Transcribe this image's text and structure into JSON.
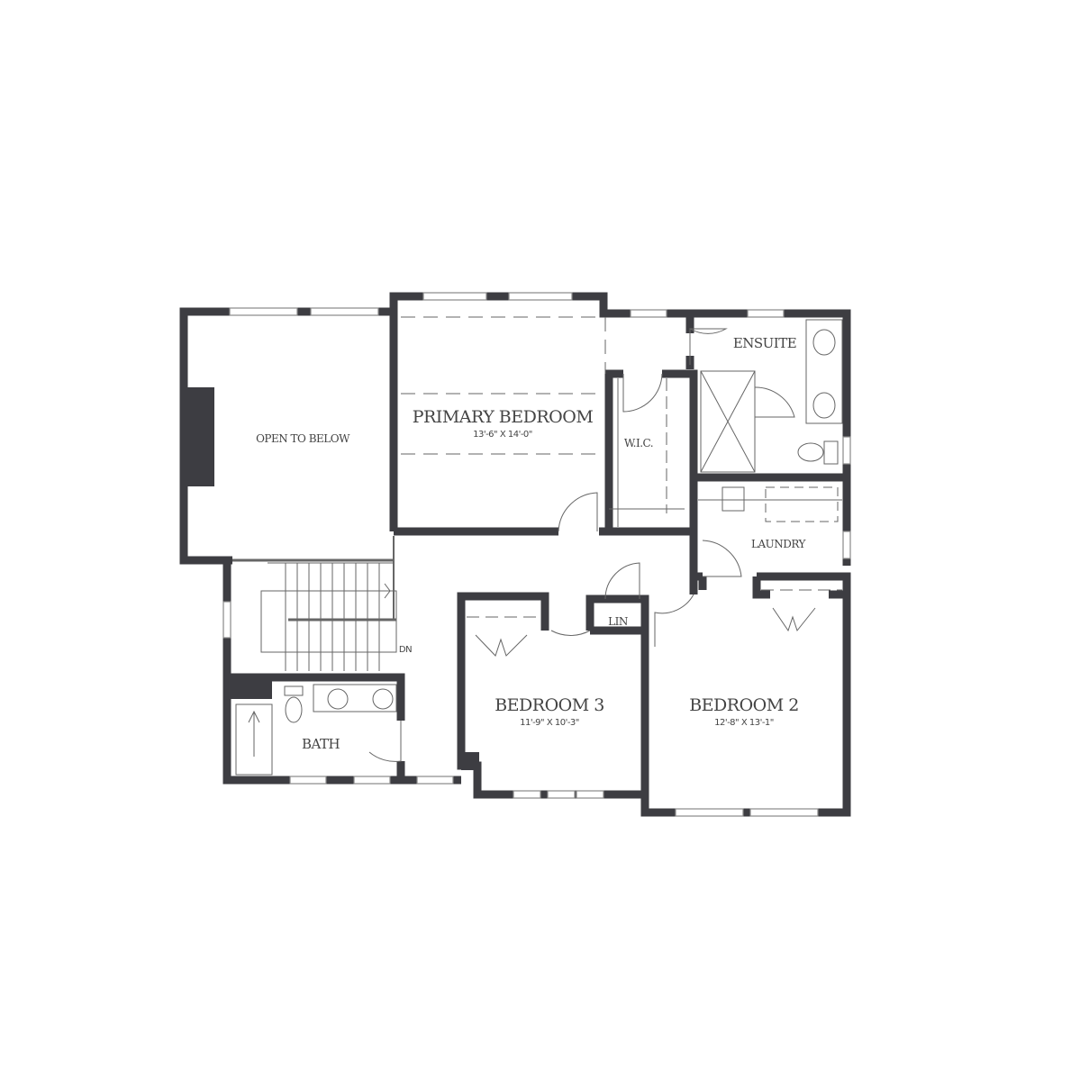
{
  "plan": {
    "wall_color": "#3d3d42",
    "rooms": {
      "open_to_below": "OPEN TO BELOW",
      "primary_bedroom": {
        "name": "PRIMARY BEDROOM",
        "dims": "13'-6\" X 14'-0\""
      },
      "wic": "W.I.C.",
      "ensuite": "ENSUITE",
      "laundry": "LAUNDRY",
      "lin": "LIN",
      "bedroom3": {
        "name": "BEDROOM 3",
        "dims": "11'-9\" X 10'-3\""
      },
      "bedroom2": {
        "name": "BEDROOM 2",
        "dims": "12'-8\" X 13'-1\""
      },
      "bath": "BATH",
      "stairs_dn": "DN"
    }
  }
}
